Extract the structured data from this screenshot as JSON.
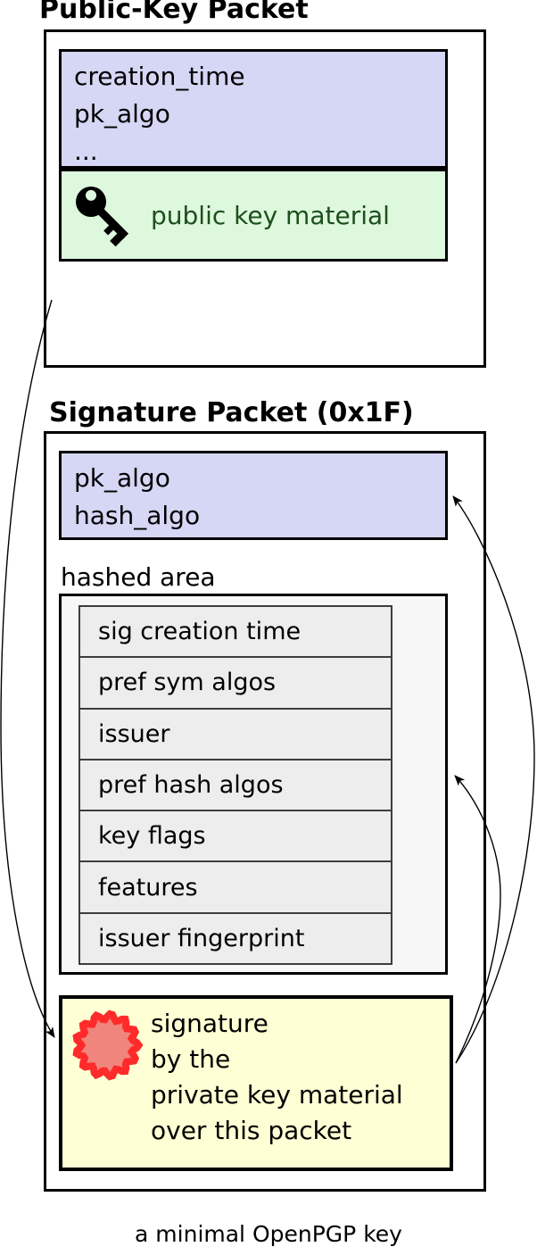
{
  "diagram": {
    "public_key_packet": {
      "title": "Public-Key Packet",
      "header_fields": [
        "creation_time",
        "pk_algo",
        "..."
      ],
      "key_material_label": "public key material"
    },
    "signature_packet": {
      "title": "Signature Packet (0x1F)",
      "header_fields": [
        "pk_algo",
        "hash_algo"
      ],
      "hashed_area_label": "hashed area",
      "hashed_subpackets": [
        "sig creation time",
        "pref sym algos",
        "issuer",
        "pref hash algos",
        "key flags",
        "features",
        "issuer fingerprint"
      ],
      "signature_lines": [
        "signature",
        "by the",
        "private key material",
        "over this packet"
      ]
    },
    "caption": "a minimal OpenPGP key",
    "icons": {
      "public_key": "key-icon",
      "signature_seal": "seal-icon"
    },
    "colors": {
      "header_fill": "#d6d6f5",
      "key_material_fill": "#ddf8dd",
      "key_material_text": "#1d4f1d",
      "hashed_area_fill": "#f7f7f7",
      "subpacket_fill": "#ededed",
      "signature_fill": "#ffffd5",
      "seal_ring": "#ff2b2b",
      "seal_fill": "#f0857d",
      "line_color": "#000000"
    }
  }
}
